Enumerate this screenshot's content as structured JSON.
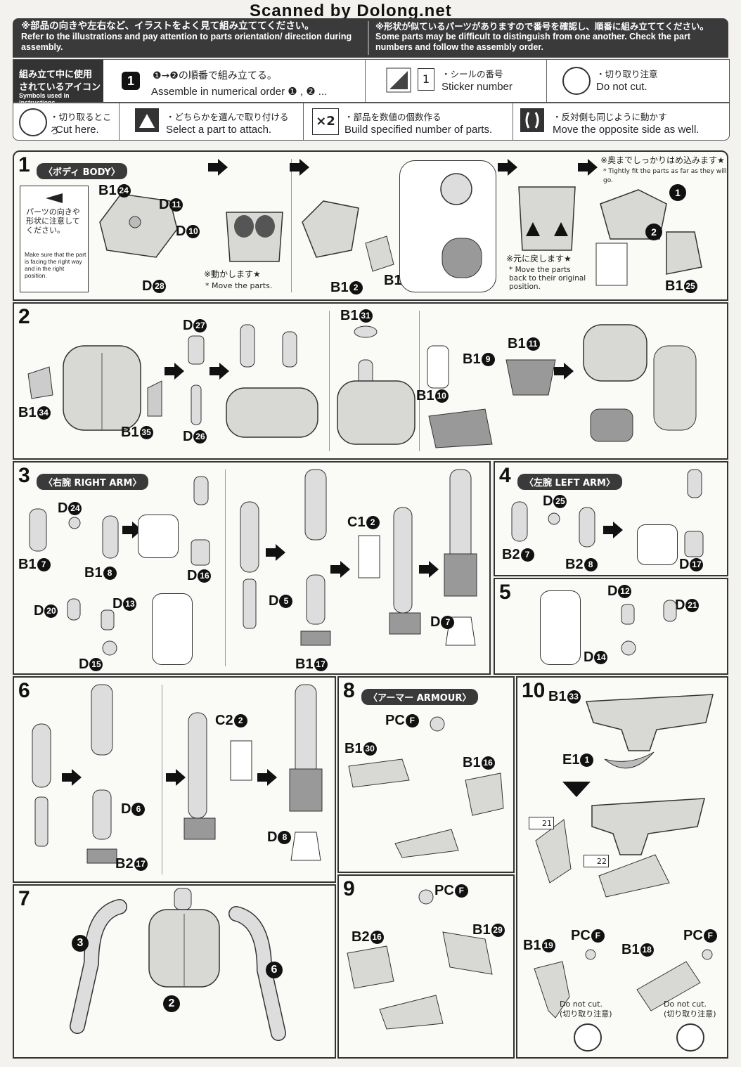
{
  "watermark": "Scanned by Dolong.net",
  "header": {
    "left_jp": "※部品の向きや左右など、イラストをよく見て組み立ててください。",
    "left_en": "Refer to the illustrations and pay attention to parts orientation/ direction during assembly.",
    "right_jp": "※形状が似ているパーツがありますので番号を確認し、順番に組み立ててください。",
    "right_en": "Some parts may be difficult to distinguish from one another. Check the part numbers and follow the assembly order."
  },
  "symbols": {
    "label_jp1": "組み立て中に使用",
    "label_jp2": "されているアイコン",
    "label_en": "Symbols used in instructions",
    "order_jp": "❶→❷の順番で組み立てる。",
    "order_en": "Assemble in numerical order ❶ , ❷ ...",
    "sticker_jp": "・シールの番号",
    "sticker_en": "Sticker number",
    "sticker_num": "1",
    "nocut_jp": "・切り取り注意",
    "nocut_en": "Do not cut.",
    "cut_jp": "・切り取るところ",
    "cut_en": "Cut here.",
    "select_jp": "・どちらかを選んで取り付ける",
    "select_en": "Select a part to attach.",
    "build_x": "×2",
    "build_jp": "・部品を数値の個数作る",
    "build_en": "Build specified number of parts.",
    "opposite_jp": "・反対側も同じように動かす",
    "opposite_en": "Move the opposite side as well."
  },
  "steps": {
    "s1": {
      "num": "1",
      "title": "〈ボディ BODY〉",
      "note_jp": "パーツの向きや形状に注意してください。",
      "note_en": "Make sure that the part is facing the right way and in the right position.",
      "move_jp": "※動かします★",
      "move_en": "* Move the parts.",
      "return_jp": "※元に戻します★",
      "return_en": "* Move the parts back to their original position.",
      "fit_jp": "※奥までしっかりはめ込みます★",
      "fit_en": "* Tightly fit the parts as far as they will go.",
      "parts": [
        "B1",
        "24",
        "D",
        "11",
        "D",
        "10",
        "D",
        "28",
        "B1",
        "2",
        "B1",
        "1",
        "B1",
        "25"
      ]
    },
    "s2": {
      "num": "2",
      "parts": [
        "B1",
        "34",
        "B1",
        "35",
        "D",
        "27",
        "D",
        "26",
        "B1",
        "31",
        "B1",
        "9",
        "B1",
        "11",
        "B1",
        "10"
      ]
    },
    "s3": {
      "num": "3",
      "title": "〈右腕 RIGHT ARM〉",
      "parts": [
        "D",
        "24",
        "B1",
        "7",
        "B1",
        "8",
        "D",
        "16",
        "D",
        "20",
        "D",
        "13",
        "D",
        "15",
        "D",
        "5",
        "B1",
        "17",
        "C1",
        "2",
        "D",
        "7"
      ]
    },
    "s4": {
      "num": "4",
      "title": "〈左腕 LEFT ARM〉",
      "parts": [
        "D",
        "25",
        "B2",
        "7",
        "B2",
        "8",
        "D",
        "17"
      ]
    },
    "s5": {
      "num": "5",
      "parts": [
        "D",
        "12",
        "D",
        "21",
        "D",
        "14"
      ]
    },
    "s6": {
      "num": "6",
      "parts": [
        "D",
        "6",
        "B2",
        "17",
        "C2",
        "2",
        "D",
        "8"
      ]
    },
    "s7": {
      "num": "7",
      "labels": [
        "3",
        "2",
        "6"
      ]
    },
    "s8": {
      "num": "8",
      "title": "〈アーマー ARMOUR〉",
      "parts": [
        "PC",
        "F",
        "B1",
        "30",
        "B1",
        "16"
      ]
    },
    "s9": {
      "num": "9",
      "parts": [
        "PC",
        "F",
        "B2",
        "16",
        "B1",
        "29"
      ]
    },
    "s10": {
      "num": "10",
      "parts": [
        "B1",
        "33",
        "E1",
        "1",
        "B1",
        "19",
        "PC",
        "F",
        "B1",
        "18",
        "PC",
        "F"
      ],
      "stickers": [
        "21",
        "22"
      ],
      "nocut_en": "Do not cut.",
      "nocut_jp": "(切り取り注意)"
    }
  }
}
